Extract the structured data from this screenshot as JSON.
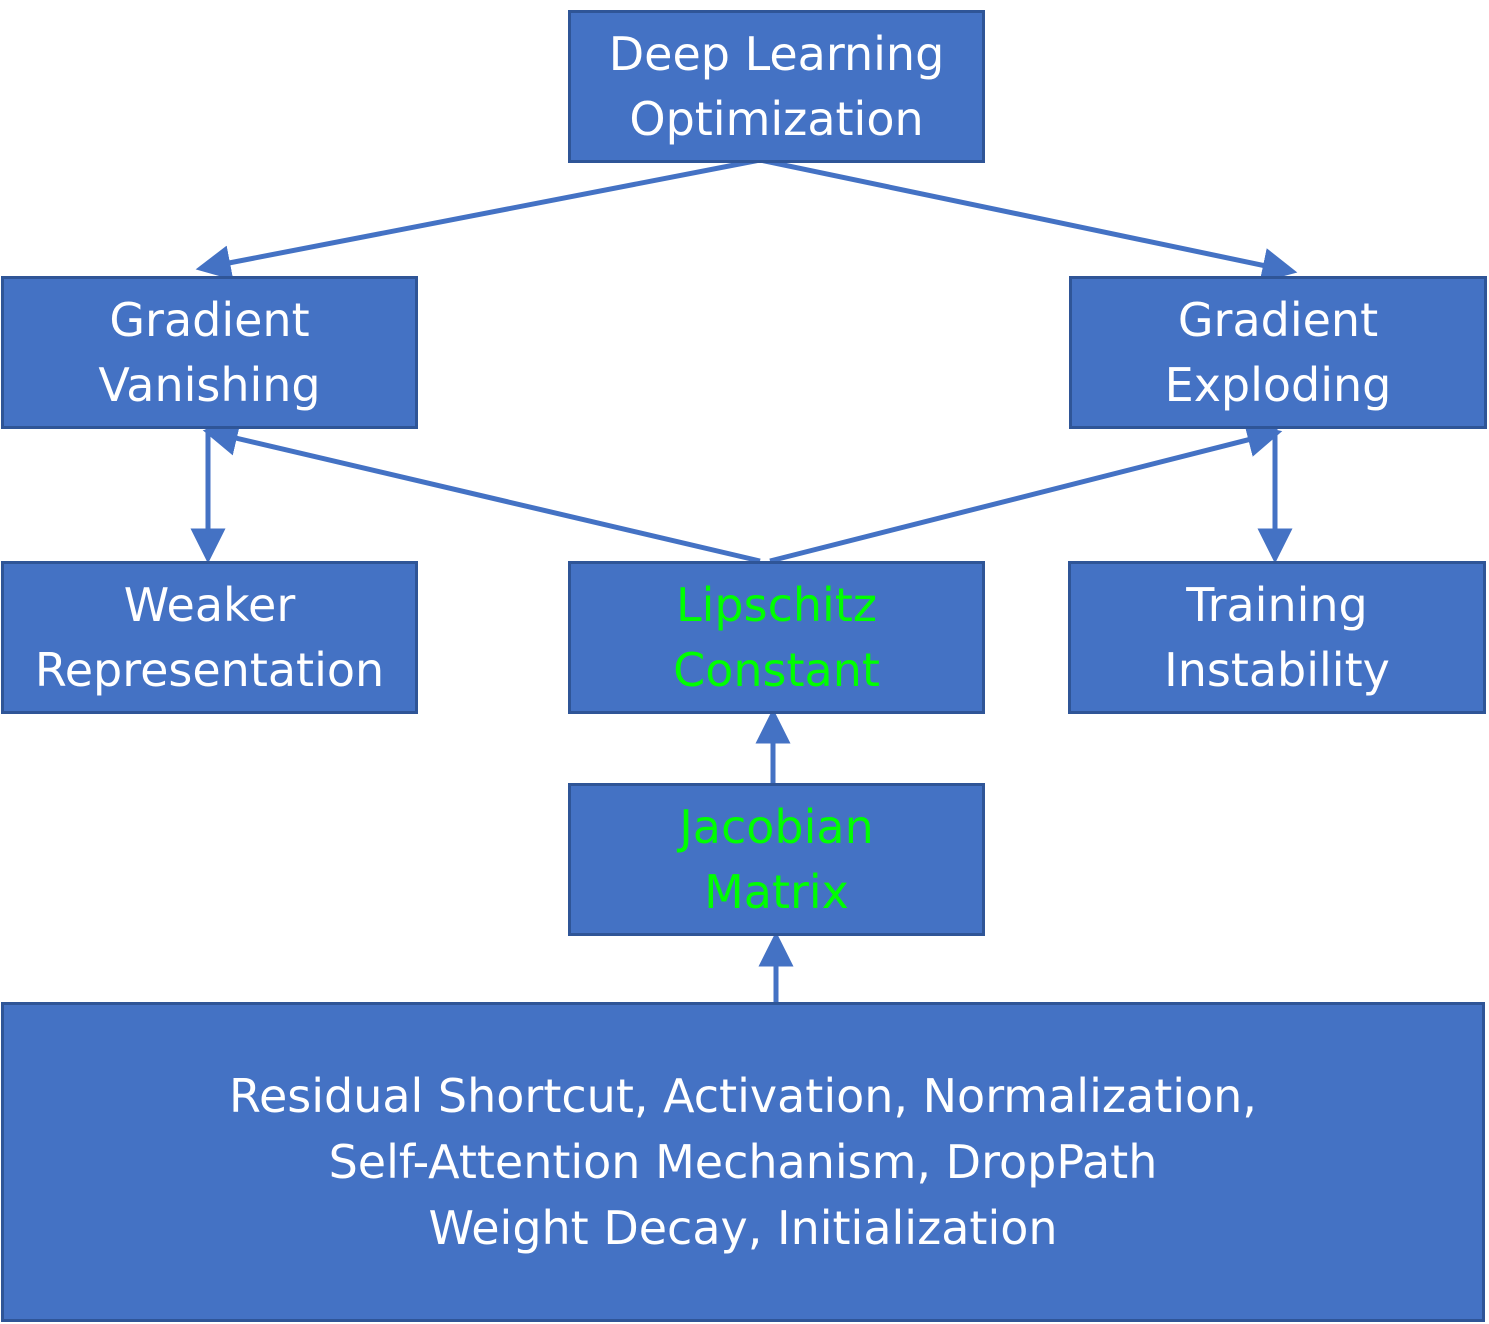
{
  "diagram": {
    "colors": {
      "box_fill": "#4472c4",
      "box_border": "#2f5597",
      "arrow": "#4472c4",
      "text": "#ffffff",
      "highlight_text": "#00ff00"
    },
    "nodes": {
      "deep_learning_optimization": {
        "lines": [
          "Deep Learning",
          "Optimization"
        ]
      },
      "gradient_vanishing": {
        "lines": [
          "Gradient",
          "Vanishing"
        ]
      },
      "gradient_exploding": {
        "lines": [
          "Gradient",
          "Exploding"
        ]
      },
      "weaker_representation": {
        "lines": [
          "Weaker",
          "Representation"
        ]
      },
      "lipschitz_constant": {
        "lines": [
          "Lipschitz",
          "Constant"
        ]
      },
      "training_instability": {
        "lines": [
          "Training",
          "Instability"
        ]
      },
      "jacobian_matrix": {
        "lines": [
          "Jacobian",
          "Matrix"
        ]
      },
      "factors": {
        "lines": [
          "Residual Shortcut,   Activation,  Normalization,",
          "Self-Attention Mechanism,  DropPath",
          "Weight Decay,  Initialization"
        ]
      }
    },
    "edges": [
      {
        "from": "deep_learning_optimization",
        "to": "gradient_vanishing"
      },
      {
        "from": "deep_learning_optimization",
        "to": "gradient_exploding"
      },
      {
        "from": "gradient_vanishing",
        "to": "weaker_representation"
      },
      {
        "from": "gradient_exploding",
        "to": "training_instability"
      },
      {
        "from": "lipschitz_constant",
        "to": "gradient_vanishing"
      },
      {
        "from": "lipschitz_constant",
        "to": "gradient_exploding"
      },
      {
        "from": "jacobian_matrix",
        "to": "lipschitz_constant"
      },
      {
        "from": "factors",
        "to": "jacobian_matrix"
      }
    ]
  }
}
